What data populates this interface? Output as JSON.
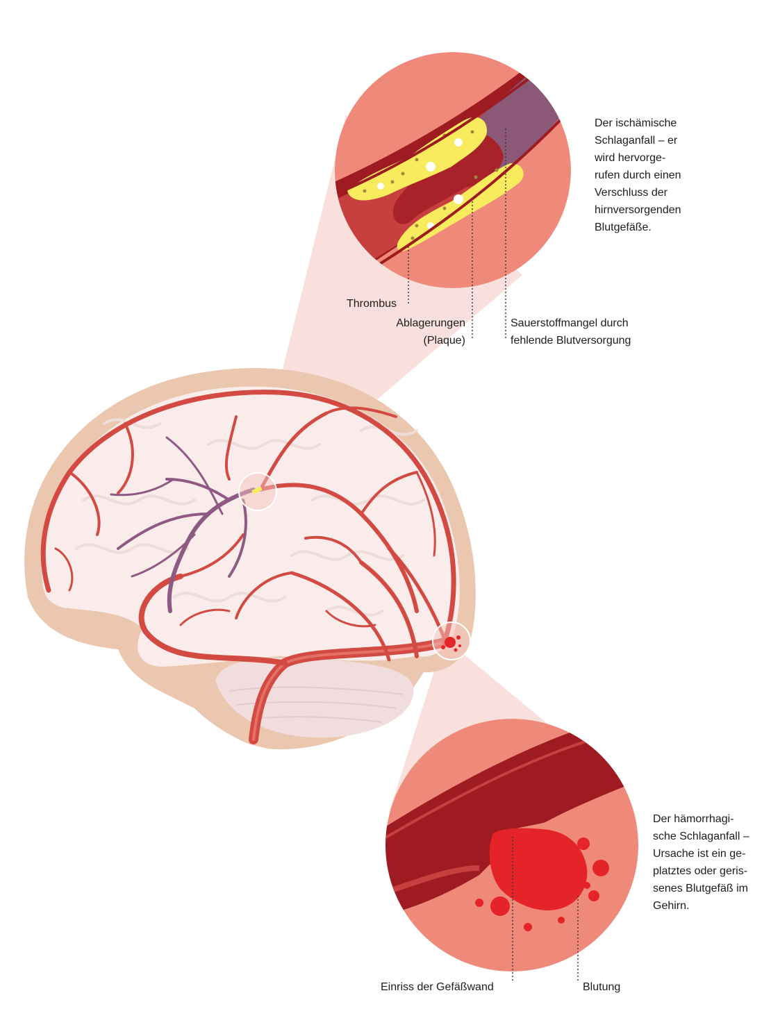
{
  "colors": {
    "skull": "#ecc7b0",
    "brain": "#f9ecea",
    "gyri_line": "#eddcd9",
    "artery": "#d34a42",
    "artery_dark": "#b3322d",
    "vein": "#8e5a84",
    "cerebellum": "#f1dcde",
    "zoom_cone": "#f8dad6",
    "tissue": "#ef8a7a",
    "vessel_wall": "#9e1b22",
    "blood": "#c7403f",
    "thrombus": "#a82329",
    "plaque": "#f8ec5e",
    "plaque_dot": "#a28a3c",
    "deoxygenated": "#8b5878",
    "hemorrhage": "#e52429"
  },
  "ischemic": {
    "description_lines": [
      "Der ischämische",
      "Schlaganfall – er",
      "wird hervorge-",
      "rufen durch einen",
      "Verschluss der",
      "hirnversorgenden",
      "Blutgefäße."
    ],
    "labels": {
      "thrombus": "Thrombus",
      "plaque": [
        "Ablagerungen",
        "(Plaque)"
      ],
      "oxygen": [
        "Sauerstoffmangel durch",
        "fehlende Blutversorgung"
      ]
    }
  },
  "hemorrhagic": {
    "description_lines": [
      "Der hämorrhagi-",
      "sche Schlaganfall –",
      "Ursache ist ein ge-",
      "platztes oder geris-",
      "senes Blutgefäß im",
      "Gehirn."
    ],
    "labels": {
      "tear": "Einriss der Gefäßwand",
      "bleeding": "Blutung"
    }
  }
}
